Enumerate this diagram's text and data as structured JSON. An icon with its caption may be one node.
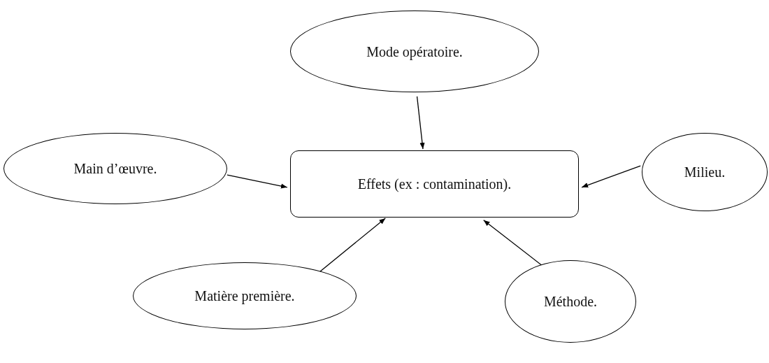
{
  "diagram": {
    "nodes": [
      {
        "text": [
          "Mode opératoire."
        ]
      },
      {
        "text": [
          "Main d’œuvre."
        ]
      },
      {
        "text": [
          "Effets (ex : contamination)."
        ]
      },
      {
        "text": [
          "Milieu."
        ]
      },
      {
        "text": [
          "Matière première."
        ]
      },
      {
        "text": [
          "Méthode."
        ]
      }
    ],
    "edges": [
      {
        "from": 0,
        "to": 2,
        "arrow": "to"
      },
      {
        "from": 1,
        "to": 2,
        "arrow": "to"
      },
      {
        "from": 3,
        "to": 2,
        "arrow": "to"
      },
      {
        "from": 4,
        "to": 2,
        "arrow": "to"
      },
      {
        "from": 5,
        "to": 2,
        "arrow": "to"
      }
    ]
  }
}
